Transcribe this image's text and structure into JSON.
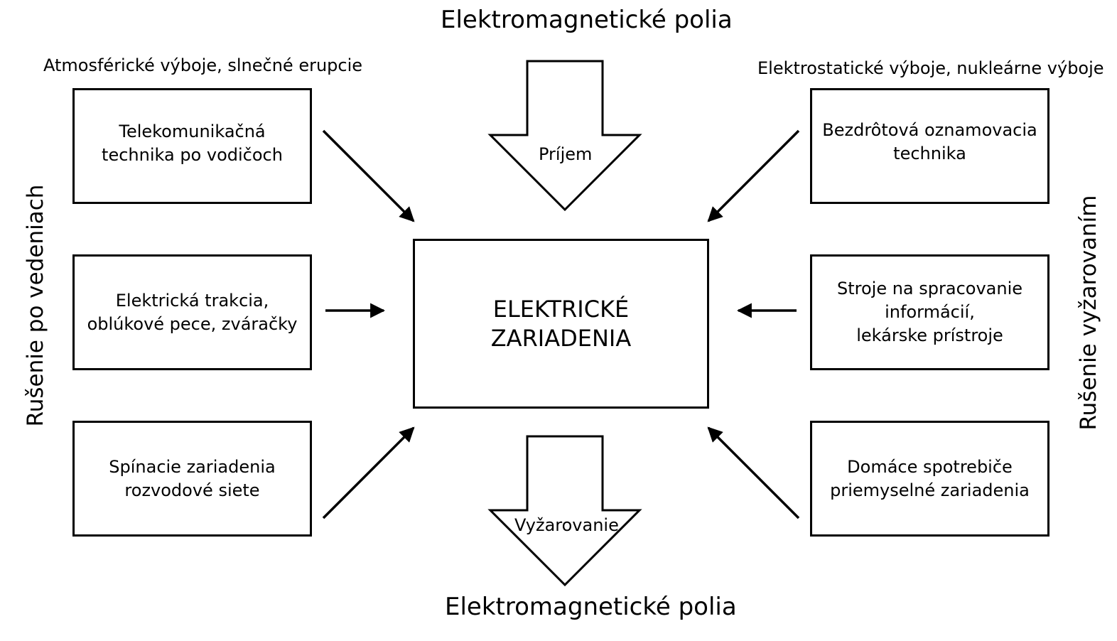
{
  "top_title": "Elektromagnetické polia",
  "bottom_title": "Elektromagnetické polia",
  "top_left_caption": "Atmosférické výboje, slnečné erupcie",
  "top_right_caption": "Elektrostatické výboje, nukleárne výboje",
  "left_side_label": "Rušenie po vedeniach",
  "right_side_label": "Rušenie vyžarovaním",
  "center": {
    "line1": "ELEKTRICKÉ",
    "line2": "ZARIADENIA"
  },
  "reception_arrow_label": "Príjem",
  "emission_arrow_label": "Vyžarovanie",
  "left_boxes": [
    {
      "line1": "Telekomunikačná",
      "line2": "technika po vodičoch"
    },
    {
      "line1": "Elektrická trakcia,",
      "line2": "oblúkové pece, zváračky"
    },
    {
      "line1": "Spínacie zariadenia",
      "line2": "rozvodové siete"
    }
  ],
  "right_boxes": [
    {
      "line1": "Bezdrôtová oznamovacia",
      "line2": "technika",
      "line3": ""
    },
    {
      "line1": "Stroje na spracovanie",
      "line2": "informácií,",
      "line3": "lekárske prístroje"
    },
    {
      "line1": "Domáce spotrebiče",
      "line2": "priemyselné zariadenia",
      "line3": ""
    }
  ]
}
